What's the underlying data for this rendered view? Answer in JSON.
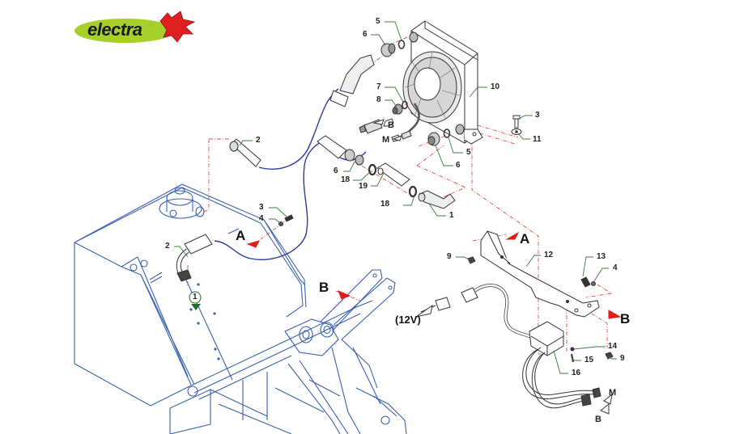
{
  "logo": {
    "text": "electra",
    "ellipse_color": "#a6cf2a",
    "mark_color": "#e02020"
  },
  "colors": {
    "frame_line": "#3a5fb0",
    "hose": "#2c3a9c",
    "leader": "#3d7a3d",
    "dash": "#e24a4a",
    "arrow": "#e01c1c",
    "part_line": "#333333",
    "flow_arrow": "#1e6b2a"
  },
  "callouts": [
    {
      "id": "c5a",
      "text": "5"
    },
    {
      "id": "c6a",
      "text": "6"
    },
    {
      "id": "c7",
      "text": "7"
    },
    {
      "id": "c8",
      "text": "8"
    },
    {
      "id": "c10",
      "text": "10"
    },
    {
      "id": "c3a",
      "text": "3"
    },
    {
      "id": "c11",
      "text": "11"
    },
    {
      "id": "c5b",
      "text": "5"
    },
    {
      "id": "c6b",
      "text": "6"
    },
    {
      "id": "c2a",
      "text": "2"
    },
    {
      "id": "c6c",
      "text": "6"
    },
    {
      "id": "c18a",
      "text": "18"
    },
    {
      "id": "c19",
      "text": "19"
    },
    {
      "id": "c18b",
      "text": "18"
    },
    {
      "id": "c1",
      "text": "1"
    },
    {
      "id": "c3b",
      "text": "3"
    },
    {
      "id": "c4a",
      "text": "4"
    },
    {
      "id": "c2b",
      "text": "2"
    },
    {
      "id": "c9a",
      "text": "9"
    },
    {
      "id": "c12",
      "text": "12"
    },
    {
      "id": "c13",
      "text": "13"
    },
    {
      "id": "c4b",
      "text": "4"
    },
    {
      "id": "c14",
      "text": "14"
    },
    {
      "id": "c15",
      "text": "15"
    },
    {
      "id": "c16",
      "text": "16"
    },
    {
      "id": "c9b",
      "text": "9"
    }
  ],
  "references": {
    "A1": "A",
    "A2": "A",
    "B1": "B",
    "B2": "B"
  },
  "connection_labels": {
    "B_top": "B",
    "M_top": "M",
    "M_bottom": "M",
    "B_bottom": "B",
    "voltage": "(12V)"
  },
  "flow_marker": "1"
}
